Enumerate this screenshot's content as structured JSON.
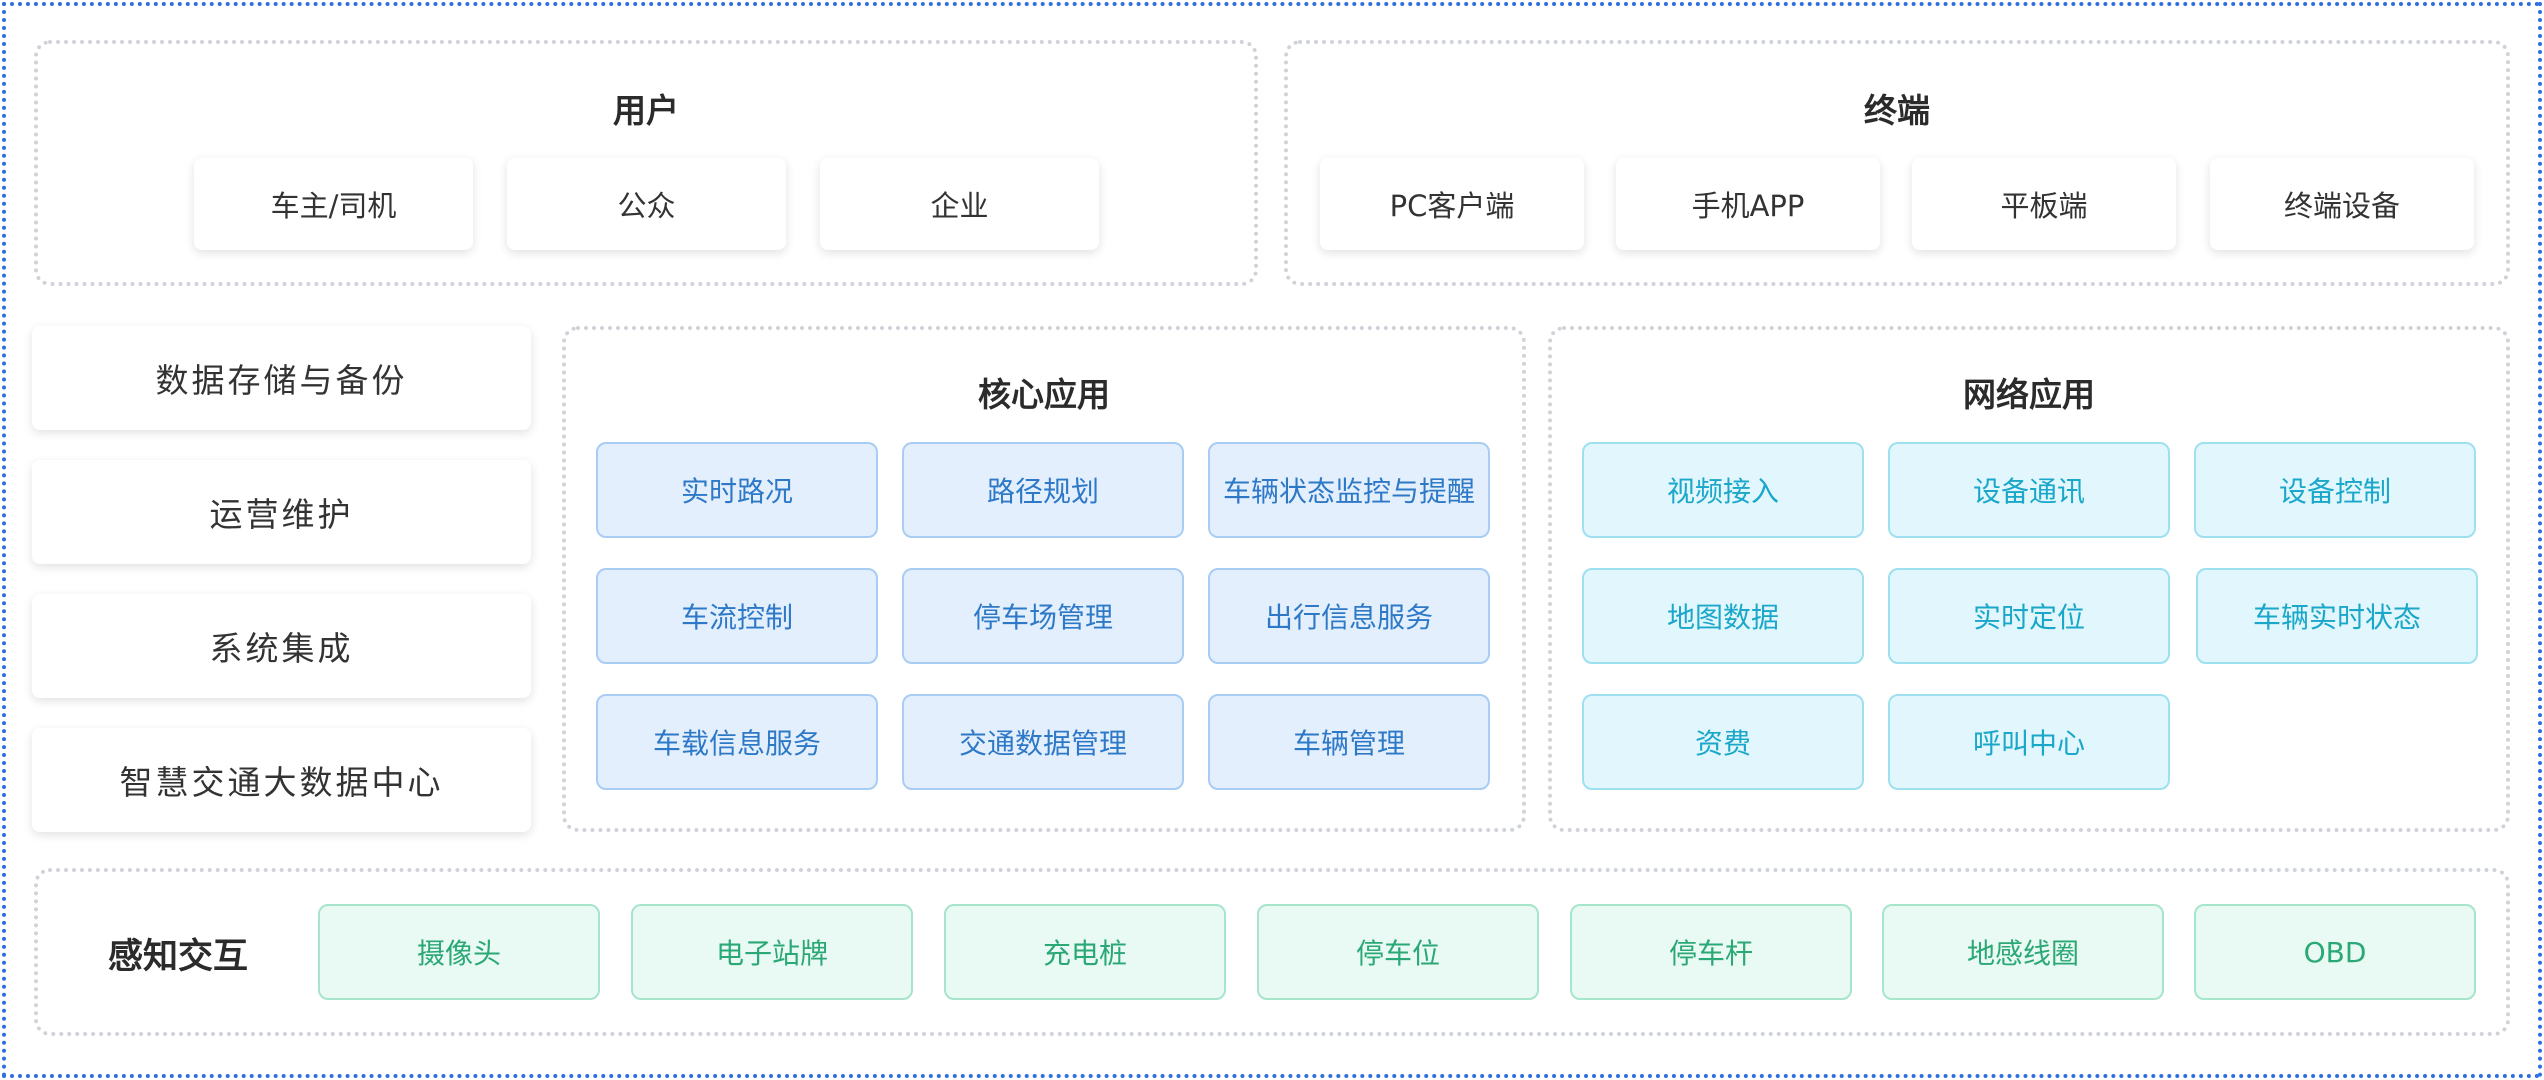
{
  "users": {
    "title": "用户",
    "items": [
      "车主/司机",
      "公众",
      "企业"
    ]
  },
  "terminals": {
    "title": "终端",
    "items": [
      "PC客户端",
      "手机APP",
      "平板端",
      "终端设备"
    ]
  },
  "side": {
    "items": [
      "数据存储与备份",
      "运营维护",
      "系统集成",
      "智慧交通大数据中心"
    ]
  },
  "core": {
    "title": "核心应用",
    "items": [
      "实时路况",
      "路径规划",
      "车辆状态监控与提醒",
      "车流控制",
      "停车场管理",
      "出行信息服务",
      "车载信息服务",
      "交通数据管理",
      "车辆管理"
    ]
  },
  "network": {
    "title": "网络应用",
    "items": [
      "视频接入",
      "设备通讯",
      "设备控制",
      "地图数据",
      "实时定位",
      "车辆实时状态",
      "资费",
      "呼叫中心"
    ]
  },
  "sensing": {
    "title": "感知交互",
    "items": [
      "摄像头",
      "电子站牌",
      "充电桩",
      "停车位",
      "停车杆",
      "地感线圈",
      "OBD"
    ]
  },
  "colors": {
    "frame": "#2f6fe0",
    "core_text": "#2e79c7",
    "network_text": "#1aa7c9",
    "sensing_text": "#2aa876"
  }
}
